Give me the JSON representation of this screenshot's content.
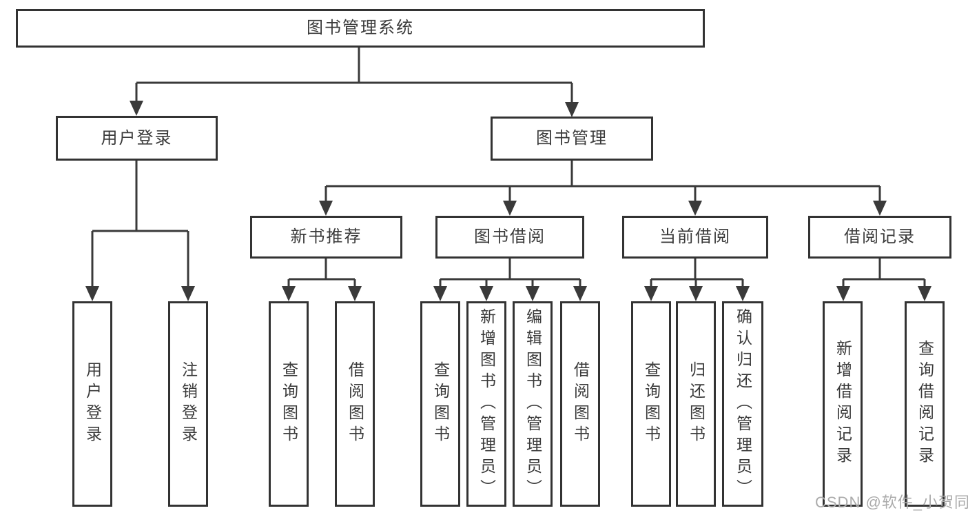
{
  "tree": {
    "label": "图书管理系统",
    "children": [
      {
        "label": "用户登录",
        "children": [
          {
            "label": "用户登录"
          },
          {
            "label": "注销登录"
          }
        ]
      },
      {
        "label": "图书管理",
        "children": [
          {
            "label": "新书推荐",
            "children": [
              {
                "label": "查询图书"
              },
              {
                "label": "借阅图书"
              }
            ]
          },
          {
            "label": "图书借阅",
            "children": [
              {
                "label": "查询图书"
              },
              {
                "label": "新增图书（管理员）"
              },
              {
                "label": "编辑图书（管理员）"
              },
              {
                "label": "借阅图书"
              }
            ]
          },
          {
            "label": "当前借阅",
            "children": [
              {
                "label": "查询图书"
              },
              {
                "label": "归还图书"
              },
              {
                "label": "确认归还（管理员）"
              }
            ]
          },
          {
            "label": "借阅记录",
            "children": [
              {
                "label": "新增借阅记录"
              },
              {
                "label": "查询借阅记录"
              }
            ]
          }
        ]
      }
    ]
  },
  "watermark": "CSDN @软件_小贺同学",
  "colors": {
    "line": "#3a3a3a",
    "border": "#333333",
    "text": "#3a3a3a",
    "watermark": "#ababab",
    "background": "#ffffff"
  }
}
